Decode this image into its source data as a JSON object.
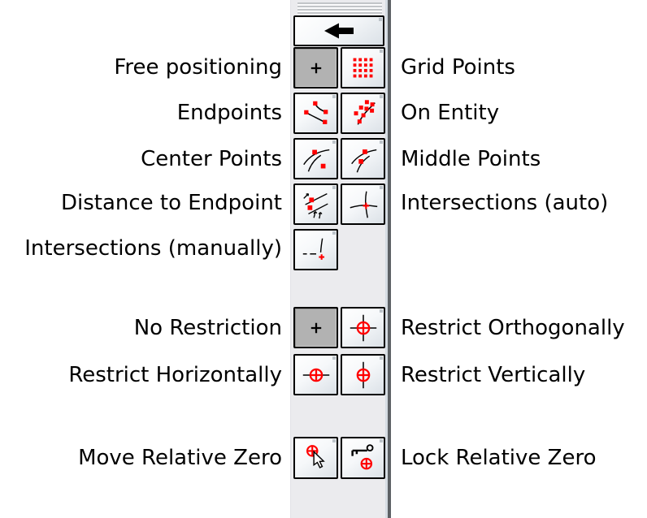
{
  "colors": {
    "accent_red": "#ff0000",
    "toolbar_bg": "#ebebee",
    "pressed_button_bg": "#b2b2b2",
    "divider_dark": "#5d6165",
    "divider_light": "#d5dce3",
    "text": "#000000"
  },
  "toolbar": {
    "grip": "drag-handle",
    "back_button": {
      "icon": "back-arrow-icon"
    }
  },
  "rows": [
    {
      "left_label": "Free positioning",
      "left_icon": "free-positioning-icon",
      "left_pressed": true,
      "right_icon": "grid-points-icon",
      "right_label": "Grid Points"
    },
    {
      "left_label": "Endpoints",
      "left_icon": "endpoints-icon",
      "right_icon": "on-entity-icon",
      "right_label": "On Entity"
    },
    {
      "left_label": "Center Points",
      "left_icon": "center-points-icon",
      "right_icon": "middle-points-icon",
      "right_label": "Middle Points"
    },
    {
      "left_label": "Distance to Endpoint",
      "left_icon": "distance-to-endpoint-icon",
      "right_icon": "intersections-auto-icon",
      "right_label": "Intersections (auto)"
    },
    {
      "left_label": "Intersections (manually)",
      "left_icon": "intersections-manually-icon"
    },
    {
      "left_label": "No Restriction",
      "left_icon": "no-restriction-icon",
      "left_pressed": true,
      "right_icon": "restrict-orthogonally-icon",
      "right_label": "Restrict Orthogonally"
    },
    {
      "left_label": "Restrict Horizontally",
      "left_icon": "restrict-horizontally-icon",
      "right_icon": "restrict-vertically-icon",
      "right_label": "Restrict Vertically"
    },
    {
      "left_label": "Move Relative Zero",
      "left_icon": "move-relative-zero-icon",
      "right_icon": "lock-relative-zero-icon",
      "right_label": "Lock Relative Zero"
    }
  ]
}
